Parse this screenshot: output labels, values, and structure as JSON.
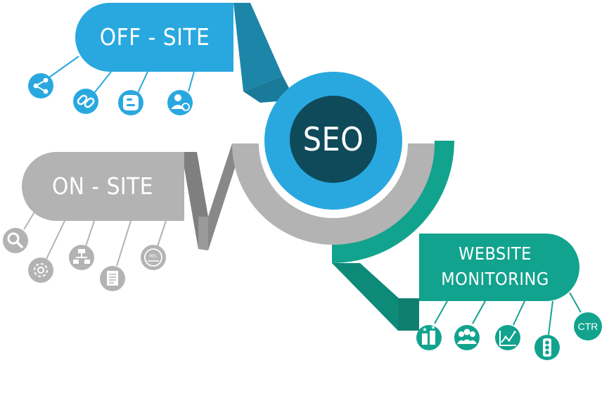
{
  "center": {
    "label": "SEO",
    "color_inner": "#0f4a5b",
    "color_ring": "#29a8e0",
    "color_gray": "#b3b3b3"
  },
  "off_site": {
    "label": "OFF - SITE",
    "color": "#29a8e0",
    "icons": [
      "share-icon",
      "link-icon",
      "blogger-icon",
      "user-sync-icon"
    ]
  },
  "on_site": {
    "label": "ON - SITE",
    "color": "#b3b3b3",
    "icons": [
      "search-icon",
      "gear-refresh-icon",
      "sitemap-icon",
      "document-icon",
      "html-tag-icon"
    ]
  },
  "monitoring": {
    "label_line1": "WEBSITE",
    "label_line2": "MONITORING",
    "color": "#12a38e",
    "icons": [
      "ranking-icon",
      "users-group-icon",
      "line-chart-icon",
      "traffic-light-icon"
    ],
    "ctr_label": "CTR"
  }
}
